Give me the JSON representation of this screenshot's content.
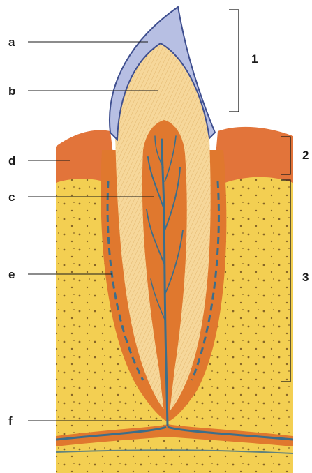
{
  "labels": {
    "a": "a",
    "b": "b",
    "c": "c",
    "d": "d",
    "e": "e",
    "f": "f"
  },
  "regions": {
    "r1": "1",
    "r2": "2",
    "r3": "3"
  },
  "colors": {
    "enamel": "#b7bfe3",
    "enamel_edge": "#3f4f8f",
    "dentin": "#f6d79a",
    "pulp": "#e0782e",
    "gum": "#e2743a",
    "bone": "#f3cf52",
    "vessels": "#3c6e8a"
  }
}
